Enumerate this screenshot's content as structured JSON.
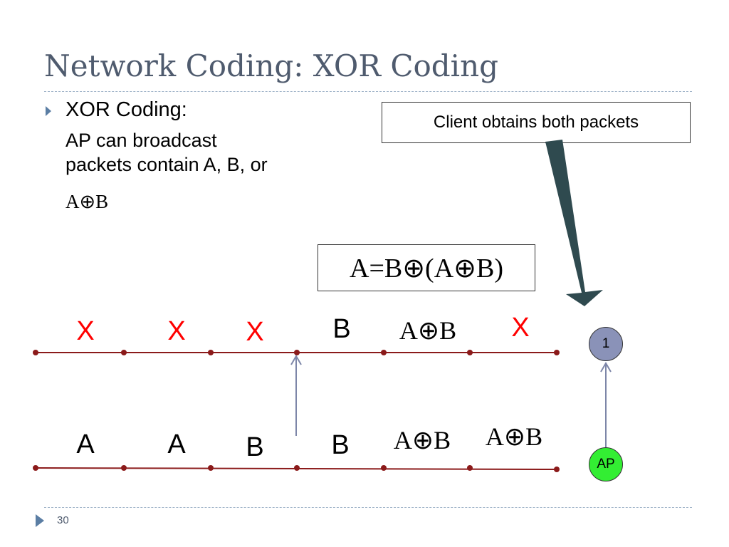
{
  "slide": {
    "title": "Network Coding: XOR Coding",
    "page_number": "30"
  },
  "bullet": {
    "heading": "XOR Coding:",
    "line1": "AP can broadcast",
    "line2": "packets contain A, B, or",
    "formula": "A⊕B"
  },
  "callout": "Client obtains both packets",
  "equation": "A=B⊕(A⊕B)",
  "top_timeline": {
    "labels": [
      "X",
      "X",
      "X",
      "B",
      "A⊕B",
      "X"
    ]
  },
  "bottom_timeline": {
    "labels": [
      "A",
      "A",
      "B",
      "B",
      "A⊕B",
      "A⊕B"
    ]
  },
  "nodes": {
    "client": "1",
    "ap": "AP"
  },
  "colors": {
    "title": "#4f5b6e",
    "timeline": "#8b1a1a",
    "lost": "#ff0000",
    "client_node": "#8a92b8",
    "ap_node": "#33ee33",
    "callout_arrow": "#2f4a4f",
    "link_arrow": "#7d86a8"
  }
}
